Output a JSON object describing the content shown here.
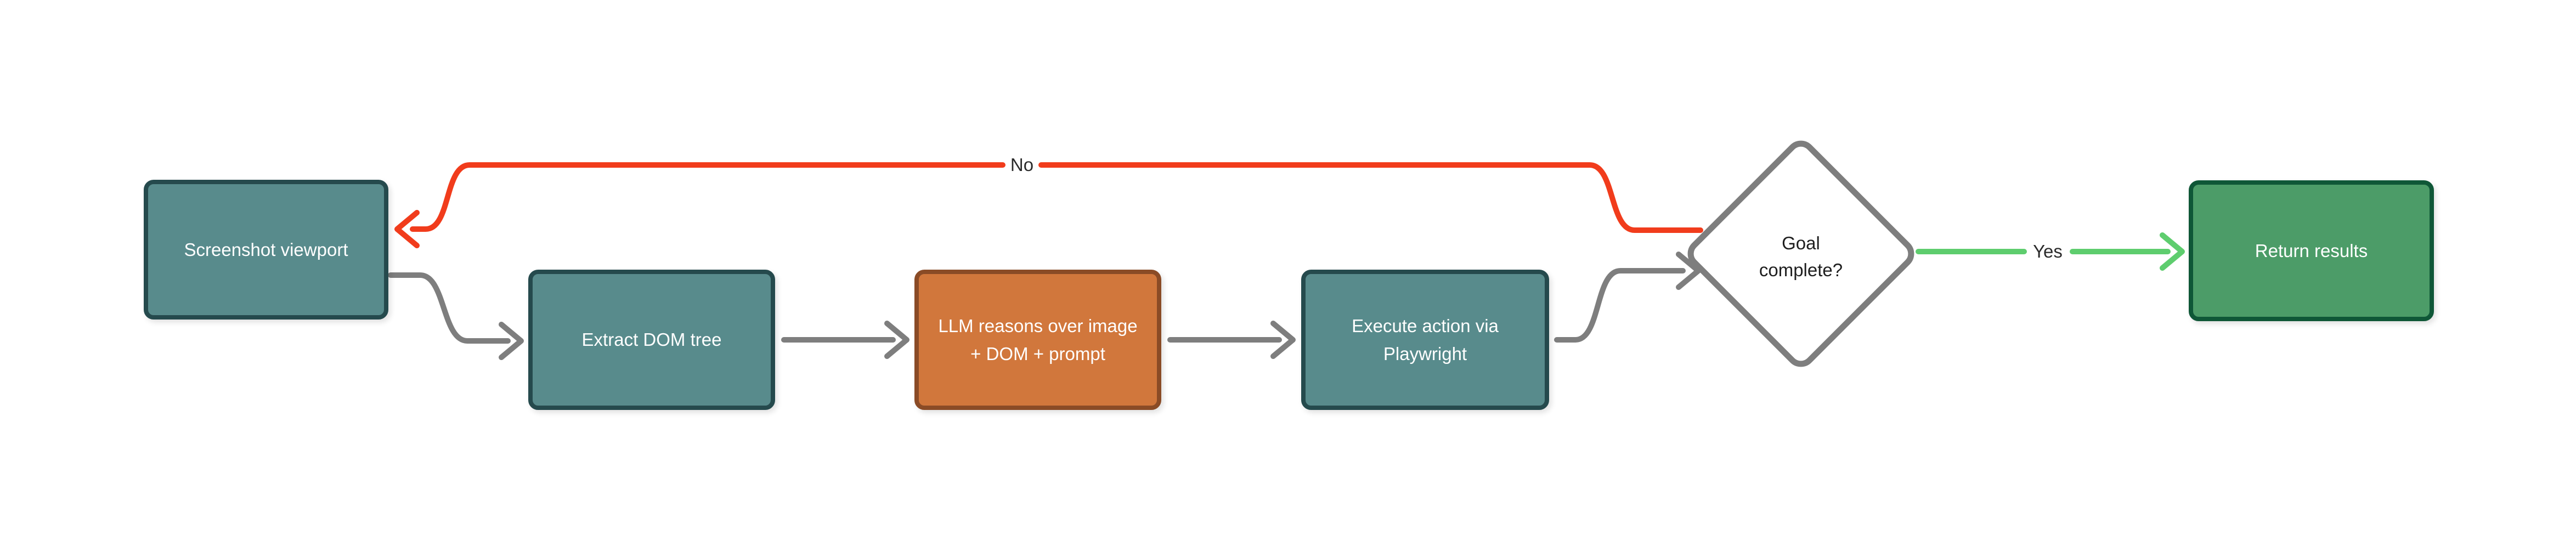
{
  "diagram": {
    "background": "#ffffff",
    "type": "flowchart",
    "nodes": {
      "screenshot": {
        "label": "Screenshot viewport",
        "shape": "rect",
        "fill": "#588b8c",
        "border": "#254a4d",
        "text_color": "#ffffff"
      },
      "extract": {
        "label": "Extract DOM tree",
        "shape": "rect",
        "fill": "#588b8c",
        "border": "#254a4d",
        "text_color": "#ffffff"
      },
      "llm": {
        "label": "LLM reasons over image\n+ DOM + prompt",
        "shape": "rect",
        "fill": "#d1773c",
        "border": "#8a4b26",
        "text_color": "#ffffff"
      },
      "execute": {
        "label": "Execute action via\nPlaywright",
        "shape": "rect",
        "fill": "#588b8c",
        "border": "#254a4d",
        "text_color": "#ffffff"
      },
      "goal": {
        "label": "Goal\ncomplete?",
        "shape": "diamond",
        "fill": "#ffffff",
        "border": "#7e7e7e",
        "text_color": "#1e1e1e"
      },
      "return": {
        "label": "Return results",
        "shape": "rect",
        "fill": "#4c9c68",
        "border": "#0f5737",
        "text_color": "#ffffff"
      }
    },
    "edges": {
      "screenshot_to_extract": {
        "from": "screenshot",
        "to": "extract",
        "color": "#7e7e7e"
      },
      "extract_to_llm": {
        "from": "extract",
        "to": "llm",
        "color": "#7e7e7e"
      },
      "llm_to_execute": {
        "from": "llm",
        "to": "execute",
        "color": "#7e7e7e"
      },
      "execute_to_goal": {
        "from": "execute",
        "to": "goal",
        "color": "#7e7e7e"
      },
      "goal_no_loop": {
        "from": "goal",
        "to": "screenshot",
        "label": "No",
        "color": "#f13c1c"
      },
      "goal_yes": {
        "from": "goal",
        "to": "return",
        "label": "Yes",
        "color": "#5ecd6e"
      }
    }
  }
}
